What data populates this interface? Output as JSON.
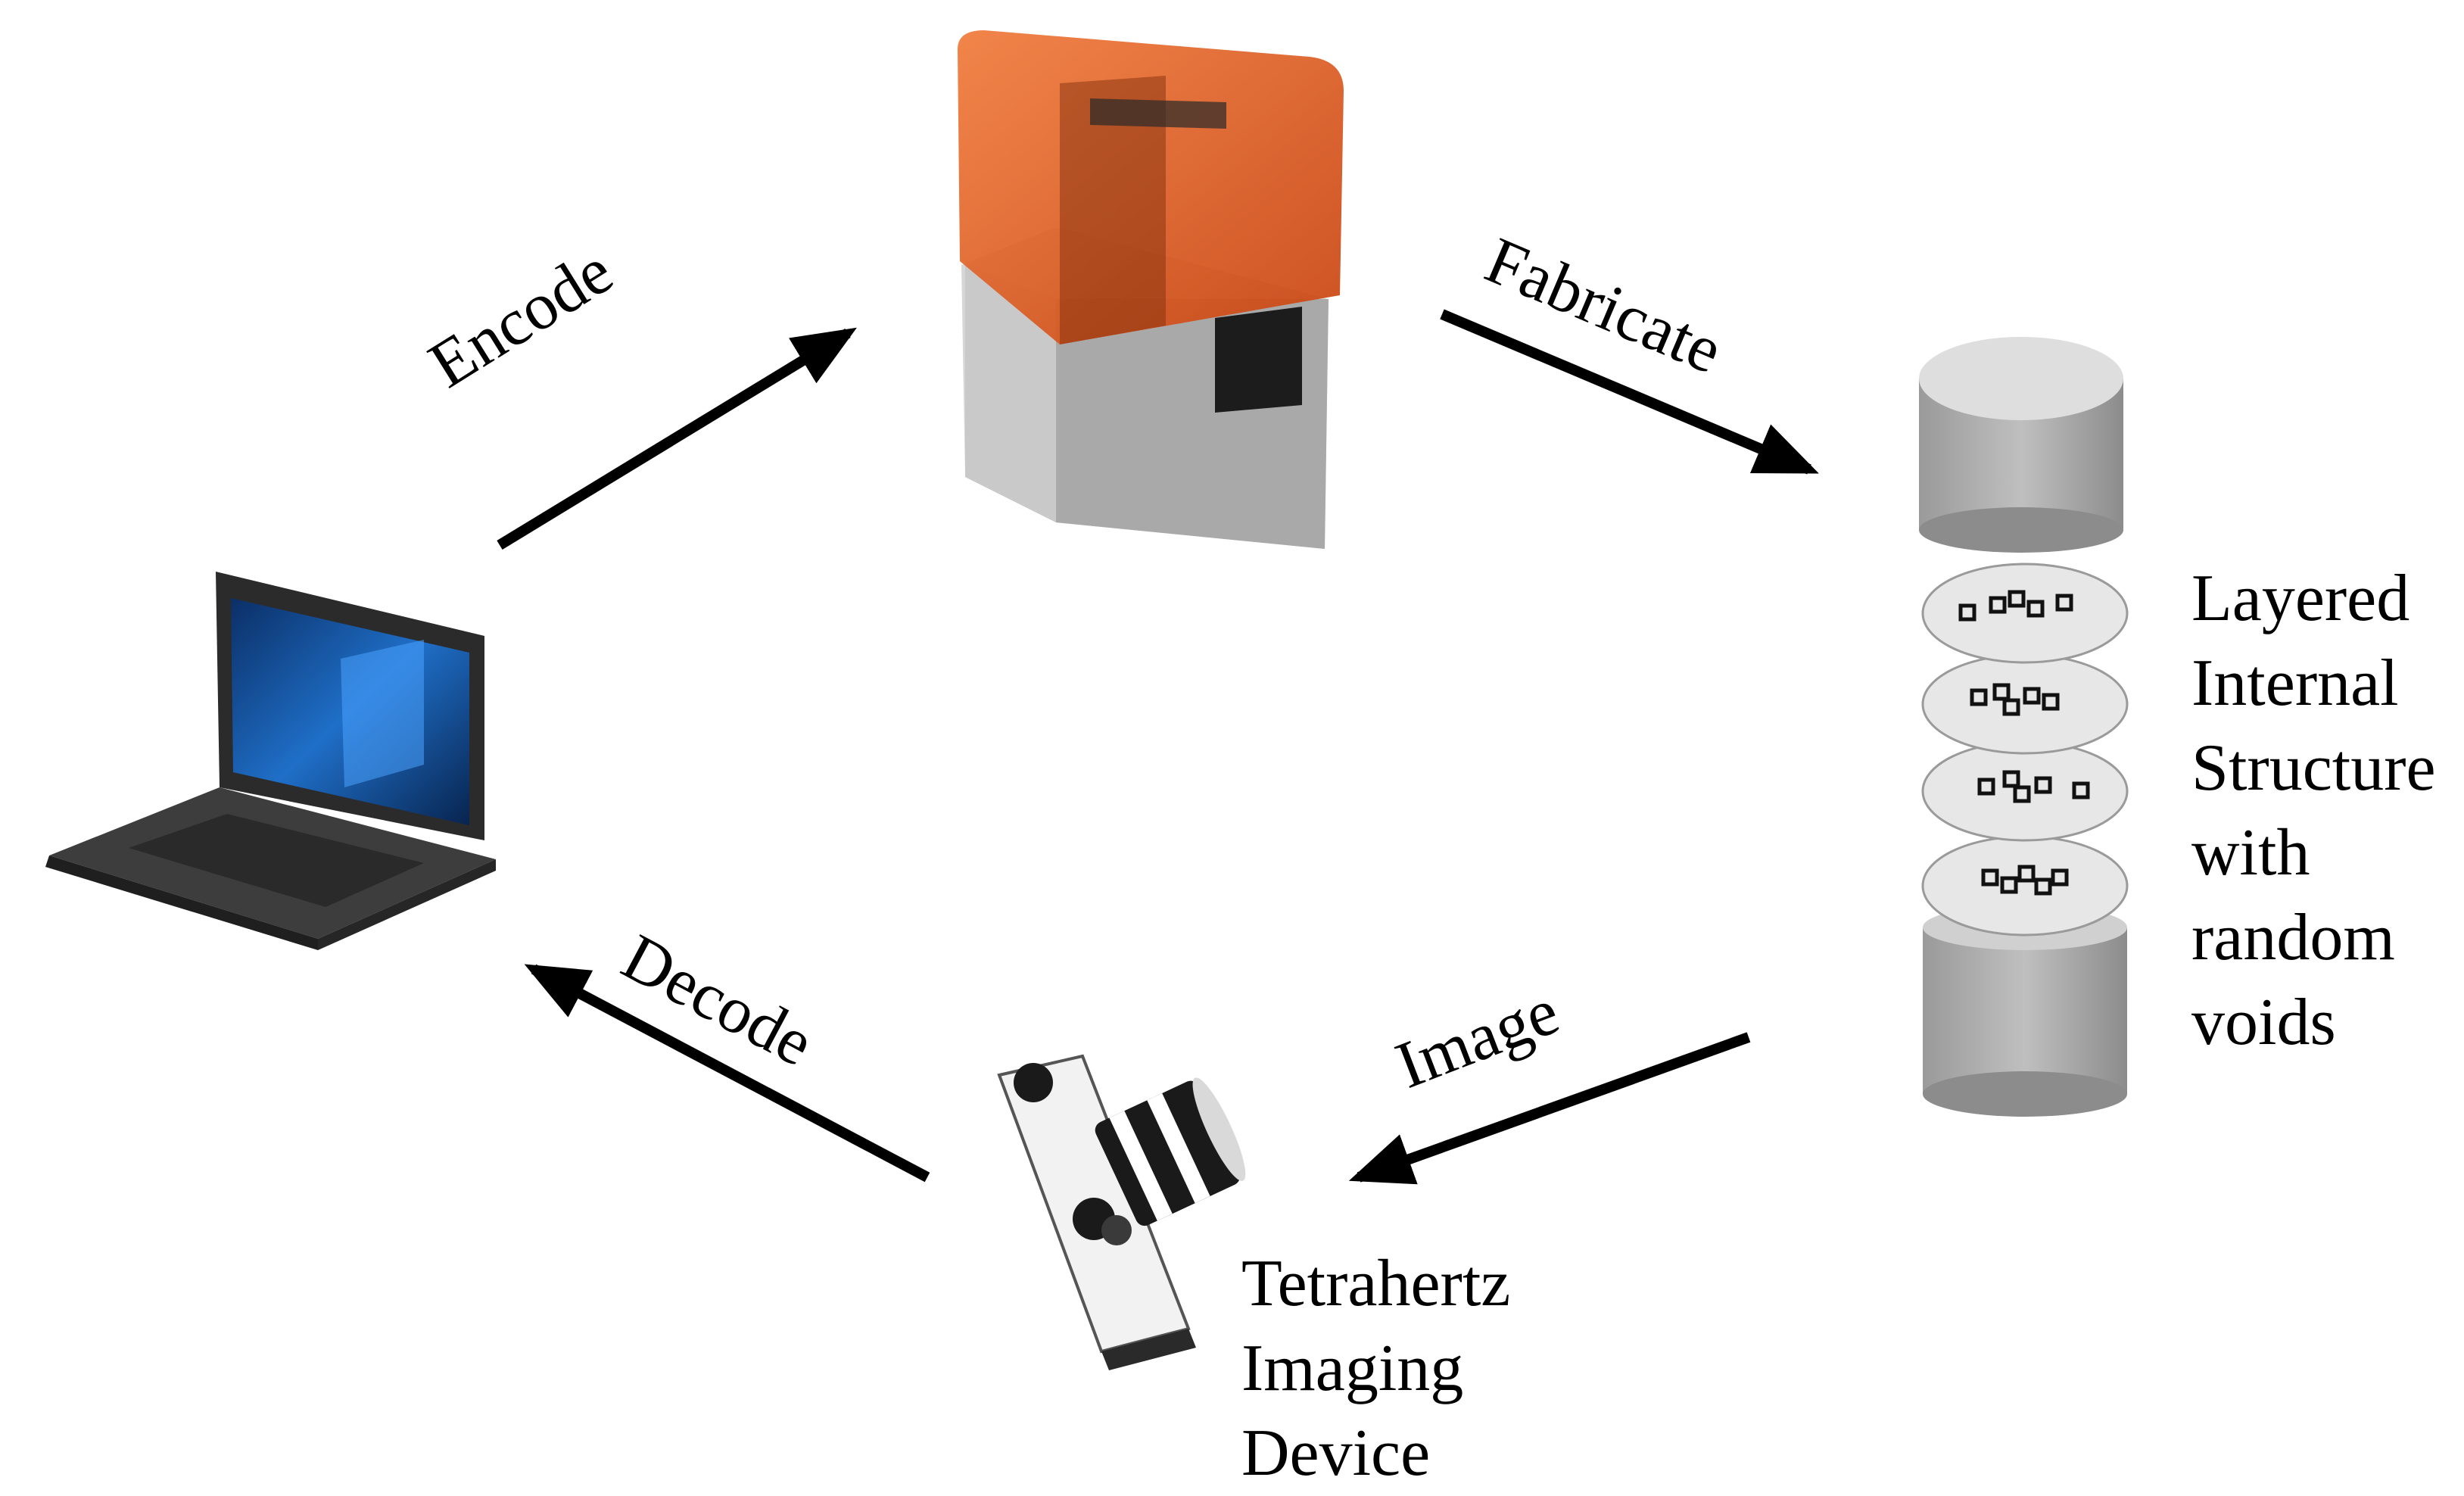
{
  "edges": {
    "encode": "Encode",
    "fabricate": "Fabricate",
    "image": "Image",
    "decode": "Decode"
  },
  "structure_label": [
    "Layered",
    "Internal",
    "Structure",
    "with",
    "random",
    "voids"
  ],
  "device_label": [
    "Tetrahertz",
    "Imaging",
    "Device"
  ],
  "colors": {
    "arrow": "#000000",
    "printer_cover": "#e0541c",
    "printer_base": "#bdbdbd",
    "cylinder": "#b3b3b3",
    "disk": "#e6e6e6",
    "laptop": "#3a3a3a",
    "screen": "#1a63b8"
  }
}
